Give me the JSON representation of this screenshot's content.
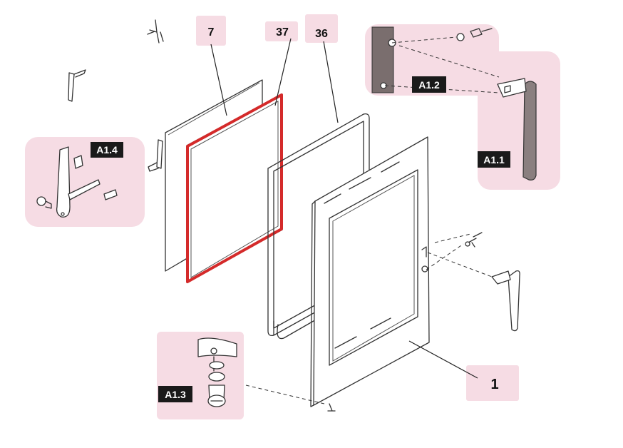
{
  "part_labels": {
    "p7": "7",
    "p37": "37",
    "p36": "36",
    "p1": "1"
  },
  "detail_tags": {
    "a11": "A1.1",
    "a12": "A1.2",
    "a13": "A1.3",
    "a14": "A1.4"
  },
  "colors": {
    "highlight": "#f6dce4",
    "gasket": "#d42a2a",
    "tag_background": "#1a1a1a"
  }
}
